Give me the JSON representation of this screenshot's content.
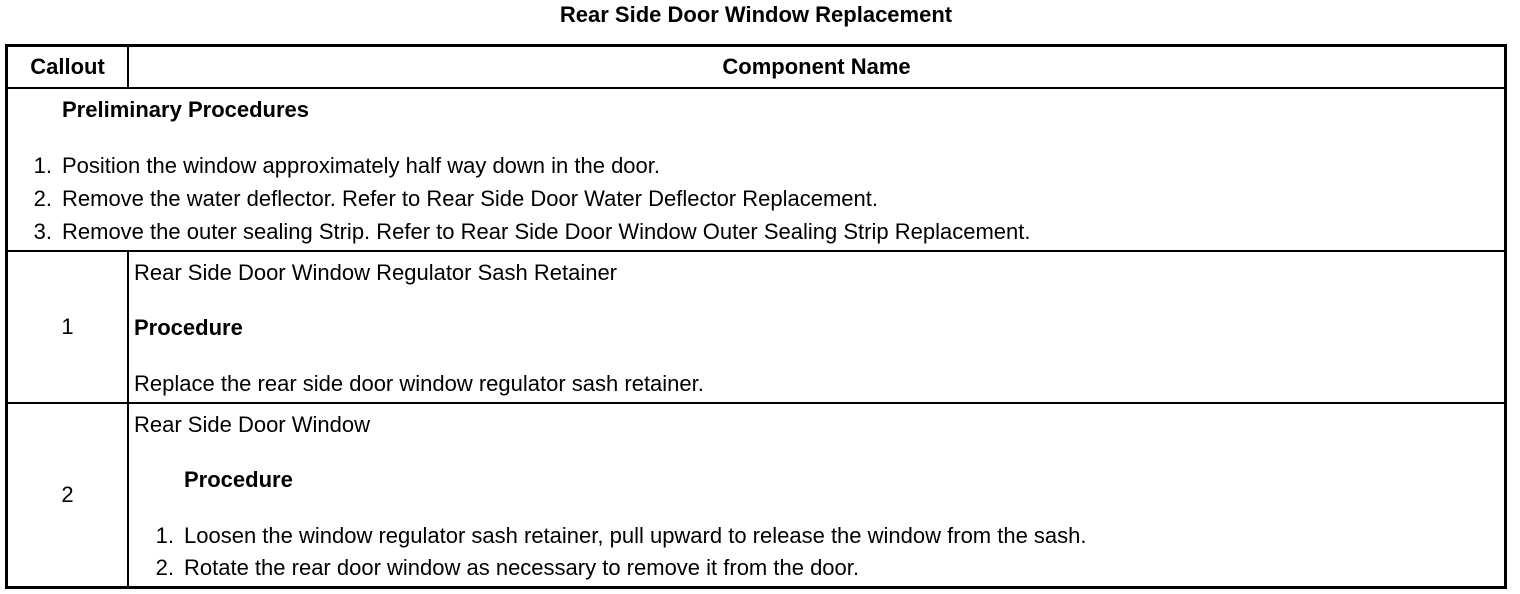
{
  "title": "Rear Side Door Window Replacement",
  "table": {
    "headers": {
      "callout": "Callout",
      "component_name": "Component Name"
    },
    "preliminary": {
      "heading": "Preliminary Procedures",
      "steps": [
        {
          "num": "1.",
          "text": "Position the window approximately half way down in the door."
        },
        {
          "num": "2.",
          "text": "Remove the water deflector. Refer to Rear Side Door Water Deflector Replacement."
        },
        {
          "num": "3.",
          "text": "Remove the outer sealing Strip. Refer to Rear Side Door Window Outer Sealing Strip Replacement."
        }
      ]
    },
    "rows": [
      {
        "callout": "1",
        "component": "Rear Side Door Window Regulator Sash Retainer",
        "procedure_heading": "Procedure",
        "procedure_text": "Replace the rear side door window regulator sash retainer."
      },
      {
        "callout": "2",
        "component": "Rear Side Door Window",
        "procedure_heading": "Procedure",
        "steps": [
          {
            "num": "1.",
            "text": "Loosen the window regulator sash retainer, pull upward to release the window from the sash."
          },
          {
            "num": "2.",
            "text": "Rotate the rear door window as necessary to remove it from the door."
          }
        ]
      }
    ]
  }
}
